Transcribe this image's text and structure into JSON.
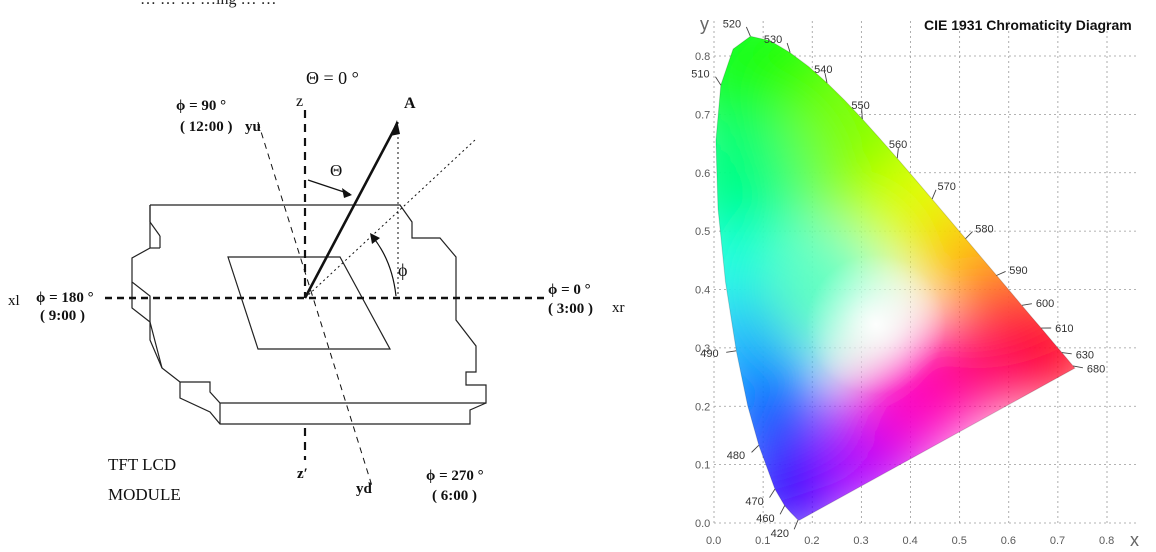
{
  "lcd_diagram": {
    "top_caption": "… … … …ing … …",
    "theta_top": "Θ = 0 °",
    "z_top": "z",
    "point_a": "A",
    "theta_symbol": "Θ",
    "phi_symbol": "ϕ",
    "phi_90": "ϕ = 90 °",
    "clock_12": "( 12:00 )",
    "yu": "yu",
    "xl": "xl",
    "phi_180": "ϕ = 180 °",
    "clock_9": "( 9:00 )",
    "phi_0": "ϕ = 0 °",
    "clock_3": "( 3:00 )",
    "xr": "xr",
    "module_line1": "TFT LCD",
    "module_line2": "MODULE",
    "z_prime": "z′",
    "yd": "yd",
    "phi_270": "ϕ = 270 °",
    "clock_6": "( 6:00 )"
  },
  "cie_diagram": {
    "title": "CIE 1931 Chromaticity Diagram",
    "x_axis_label": "x",
    "y_axis_label": "y",
    "x_ticks": [
      "0.0",
      "0.1",
      "0.2",
      "0.3",
      "0.4",
      "0.5",
      "0.6",
      "0.7",
      "0.8"
    ],
    "y_ticks": [
      "0.0",
      "0.1",
      "0.2",
      "0.3",
      "0.4",
      "0.5",
      "0.6",
      "0.7",
      "0.8"
    ],
    "white_point_color": "#ffffff",
    "wavelength_labels": [
      {
        "text": "520",
        "x": 0.074,
        "y": 0.834
      },
      {
        "text": "530",
        "x": 0.155,
        "y": 0.806
      },
      {
        "text": "540",
        "x": 0.23,
        "y": 0.754
      },
      {
        "text": "550",
        "x": 0.302,
        "y": 0.692
      },
      {
        "text": "560",
        "x": 0.373,
        "y": 0.625
      },
      {
        "text": "570",
        "x": 0.444,
        "y": 0.555
      },
      {
        "text": "580",
        "x": 0.512,
        "y": 0.487
      },
      {
        "text": "590",
        "x": 0.575,
        "y": 0.424
      },
      {
        "text": "600",
        "x": 0.627,
        "y": 0.373
      },
      {
        "text": "610",
        "x": 0.666,
        "y": 0.334
      },
      {
        "text": "630",
        "x": 0.708,
        "y": 0.292
      },
      {
        "text": "680",
        "x": 0.731,
        "y": 0.269
      },
      {
        "text": "510",
        "x": 0.014,
        "y": 0.75
      },
      {
        "text": "490",
        "x": 0.045,
        "y": 0.295
      },
      {
        "text": "480",
        "x": 0.091,
        "y": 0.133
      },
      {
        "text": "470",
        "x": 0.124,
        "y": 0.058
      },
      {
        "text": "460",
        "x": 0.144,
        "y": 0.03
      },
      {
        "text": "420",
        "x": 0.171,
        "y": 0.005
      }
    ]
  }
}
